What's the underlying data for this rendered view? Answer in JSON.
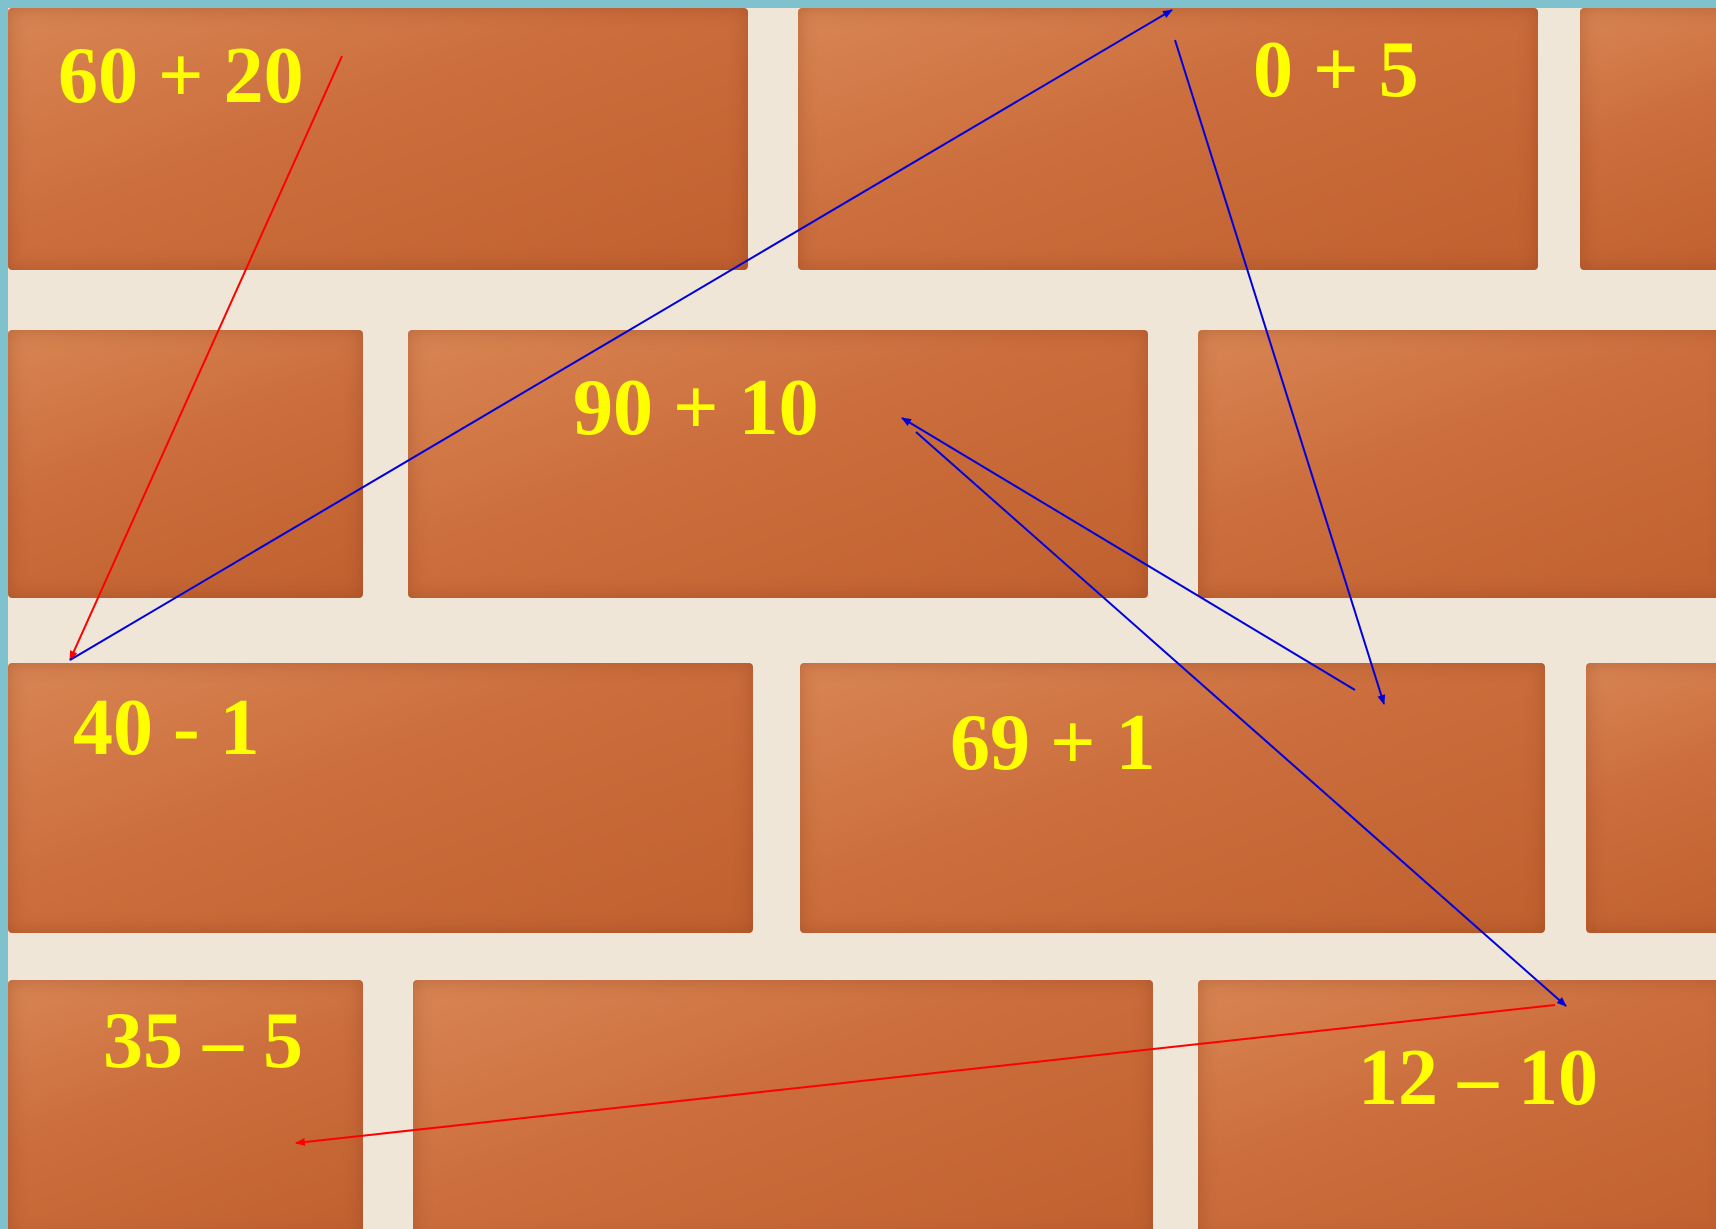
{
  "expressions": {
    "e1": "60 + 20",
    "e2": "0 + 5",
    "e3": "90 + 10",
    "e4": "40 - 1",
    "e5": "69 + 1",
    "e6": "35 – 5",
    "e7": "12 – 10"
  },
  "colors": {
    "text": "#ffff00",
    "brick": "#cb6d3c",
    "mortar": "#efe6d8",
    "frame": "#7fc1cc",
    "arrow_red": "#ff0000",
    "arrow_blue": "#0000dd"
  }
}
